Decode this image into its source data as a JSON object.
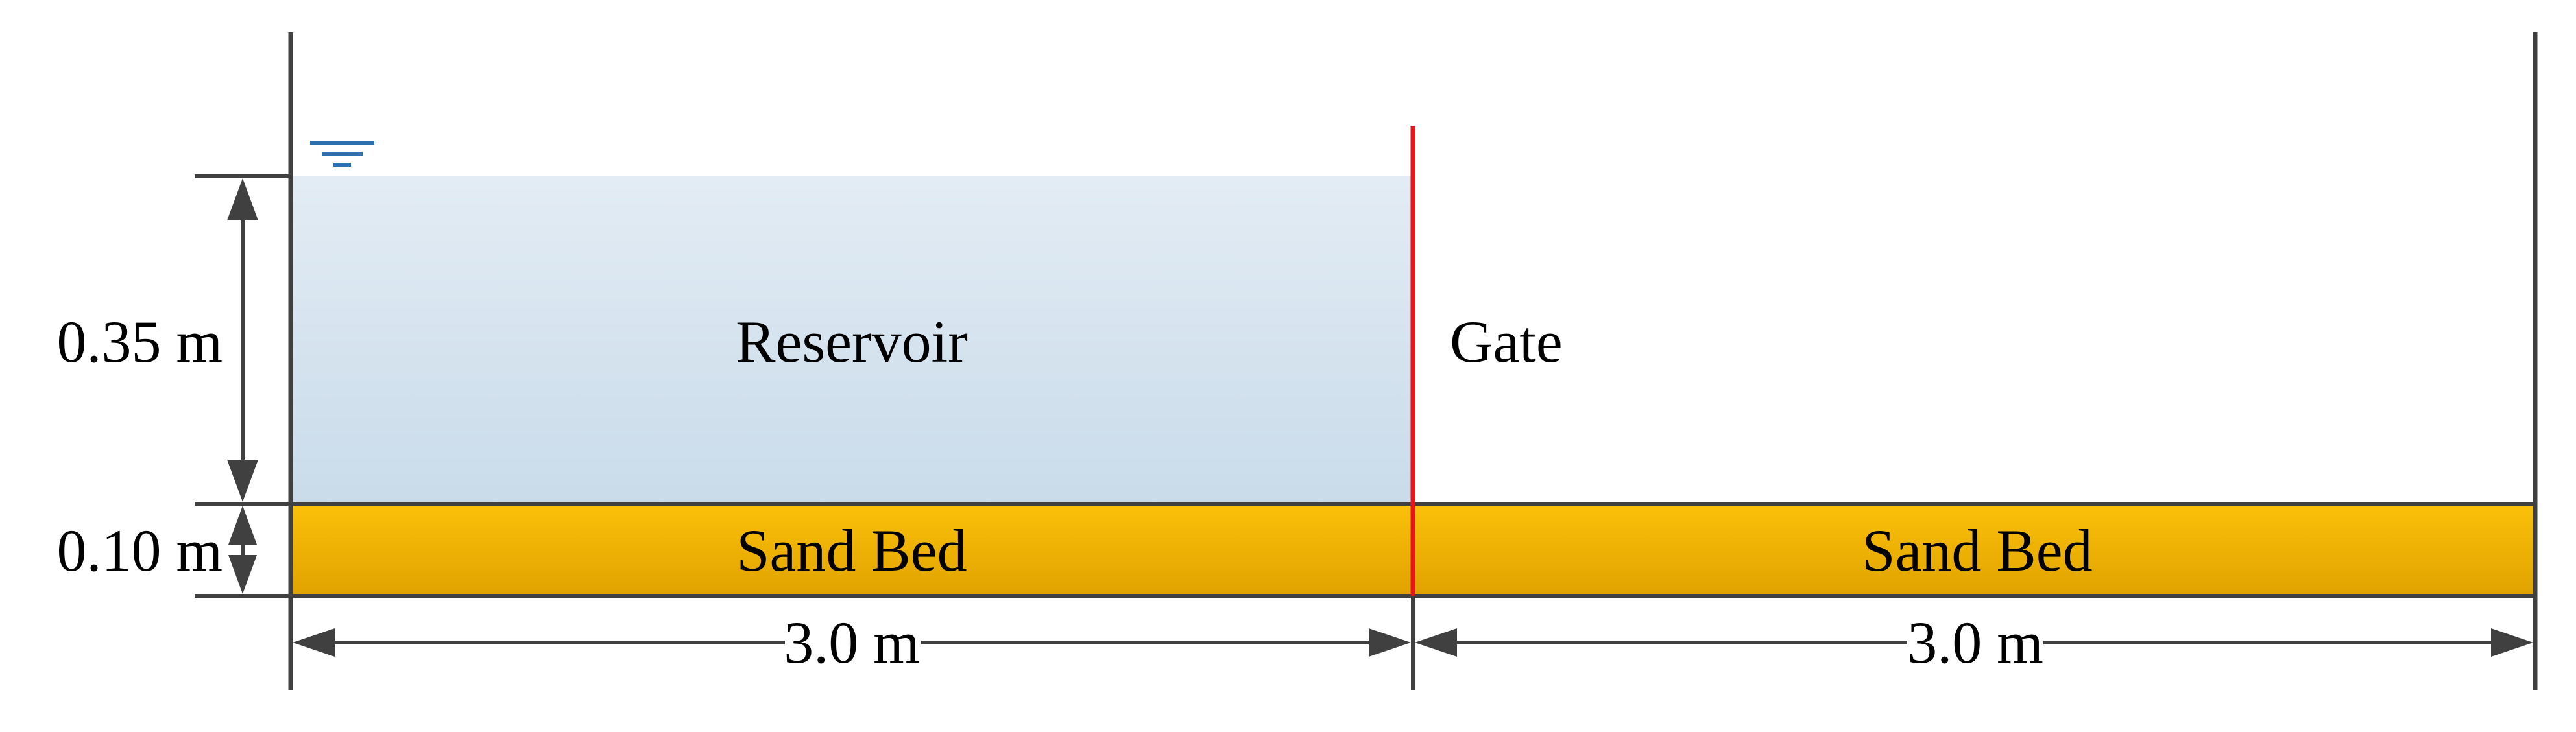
{
  "diagram": {
    "reservoir_label": "Reservoir",
    "gate_label": "Gate",
    "sand_bed_left_label": "Sand Bed",
    "sand_bed_right_label": "Sand Bed",
    "water_depth_label": "0.35 m",
    "bed_thickness_label": "0.10 m",
    "left_length_label": "3.0 m",
    "right_length_label": "3.0 m"
  },
  "colors": {
    "water_top": "#e3ecf4",
    "water_bottom": "#c9dbea",
    "sand_top": "#fbc10a",
    "sand_bottom": "#e0a200",
    "gate": "#e8141b",
    "walls": "#404040",
    "water_level_symbol": "#2e6fb0"
  },
  "icons": {
    "water_level": "water-surface-symbol"
  }
}
